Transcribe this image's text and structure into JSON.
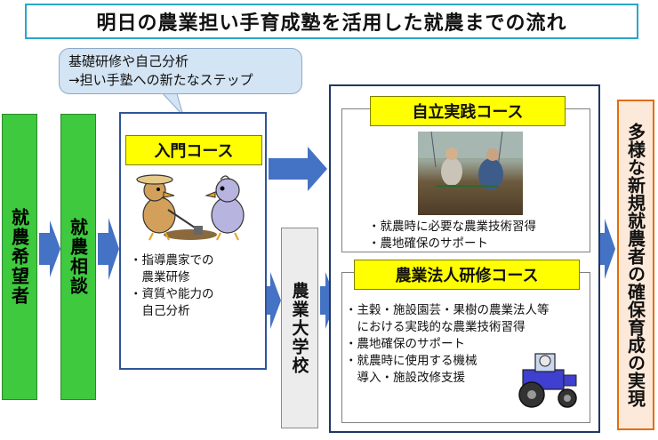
{
  "title": "明日の農業担い手育成塾を活用した就農までの流れ",
  "callout": {
    "line1": "基礎研修や自己分析",
    "line2": "→担い手塾への新たなステップ"
  },
  "steps": {
    "applicant": "就農希望者",
    "consultation": "就農相談",
    "school": "農業大学校",
    "outcome": "多様な新規就農者の確保育成の実現"
  },
  "intro_course": {
    "title": "入門コース",
    "items": [
      "・指導農家での",
      "　農業研修",
      "・資質や能力の",
      "　自己分析"
    ]
  },
  "independent_course": {
    "title": "自立実践コース",
    "items": [
      "・就農時に必要な農業技術習得",
      "・農地確保のサポート"
    ]
  },
  "corporate_course": {
    "title": "農業法人研修コース",
    "items": [
      "・主穀・施設園芸・果樹の農業法人等",
      "　における実践的な農業技術習得",
      "・農地確保のサポート",
      "・就農時に使用する機械",
      "　導入・施設改修支援"
    ]
  },
  "colors": {
    "green": "#3ec93e",
    "arrow": "#4472c4",
    "yellow": "#ffff00",
    "outcome_border": "#e46c0a",
    "title_border": "#2aa7c9"
  }
}
